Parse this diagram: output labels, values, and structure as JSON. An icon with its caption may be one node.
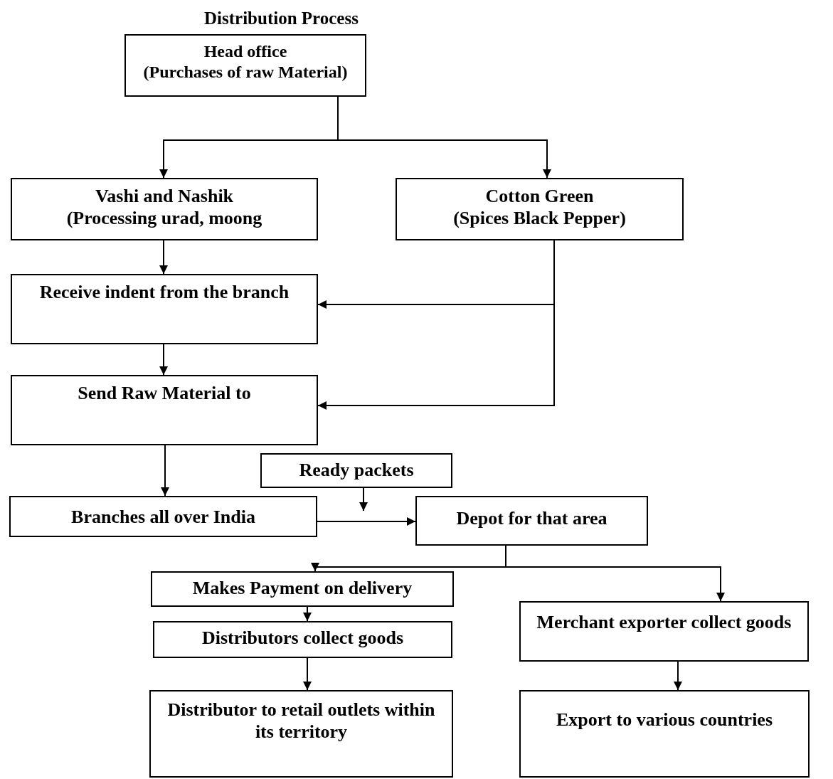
{
  "diagram": {
    "title": "Distribution Process",
    "nodes": [
      {
        "text": [
          "Head office",
          "(Purchases of raw Material)"
        ]
      },
      {
        "text": [
          "Vashi and Nashik",
          "(Processing urad, moong"
        ]
      },
      {
        "text": [
          "Cotton Green",
          "(Spices Black Pepper)"
        ]
      },
      {
        "text": [
          "Receive indent from the branch"
        ]
      },
      {
        "text": [
          "Send Raw Material to"
        ]
      },
      {
        "text": [
          "Ready packets"
        ]
      },
      {
        "text": [
          "Branches all over India"
        ]
      },
      {
        "text": [
          "Depot for that area"
        ]
      },
      {
        "text": [
          "Makes Payment on delivery"
        ]
      },
      {
        "text": [
          "Distributors collect goods"
        ]
      },
      {
        "text": [
          "Merchant exporter collect goods"
        ]
      },
      {
        "text": [
          "Distributor to retail outlets within its territory"
        ]
      },
      {
        "text": [
          "Export to various countries"
        ]
      }
    ],
    "edges": [
      {
        "from": 0,
        "to": 1,
        "arrow": "to"
      },
      {
        "from": 0,
        "to": 2,
        "arrow": "to"
      },
      {
        "from": 1,
        "to": 3,
        "arrow": "to"
      },
      {
        "from": 2,
        "to": 3,
        "arrow": "to"
      },
      {
        "from": 2,
        "to": 4,
        "arrow": "to"
      },
      {
        "from": 3,
        "to": 4,
        "arrow": "to"
      },
      {
        "from": 4,
        "to": 6,
        "arrow": "to"
      },
      {
        "from": 6,
        "to": 7,
        "arrow": "to"
      },
      {
        "from": 5,
        "to": null,
        "arrow": "to"
      },
      {
        "from": 7,
        "to": 8,
        "arrow": "to"
      },
      {
        "from": 7,
        "to": 10,
        "arrow": "to"
      },
      {
        "from": 8,
        "to": 9,
        "arrow": "to"
      },
      {
        "from": 9,
        "to": 11,
        "arrow": "to"
      },
      {
        "from": 10,
        "to": 12,
        "arrow": "to"
      }
    ]
  }
}
